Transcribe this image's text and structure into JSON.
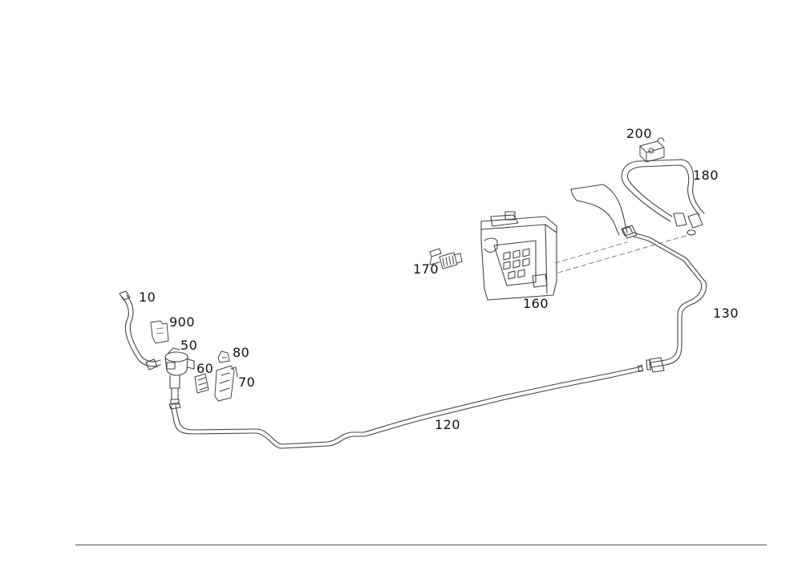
{
  "callouts": {
    "part_10": "10",
    "part_900": "900",
    "part_50": "50",
    "part_80": "80",
    "part_60": "60",
    "part_70": "70",
    "part_120": "120",
    "part_130": "130",
    "part_160": "160",
    "part_170": "170",
    "part_180": "180",
    "part_200": "200"
  }
}
